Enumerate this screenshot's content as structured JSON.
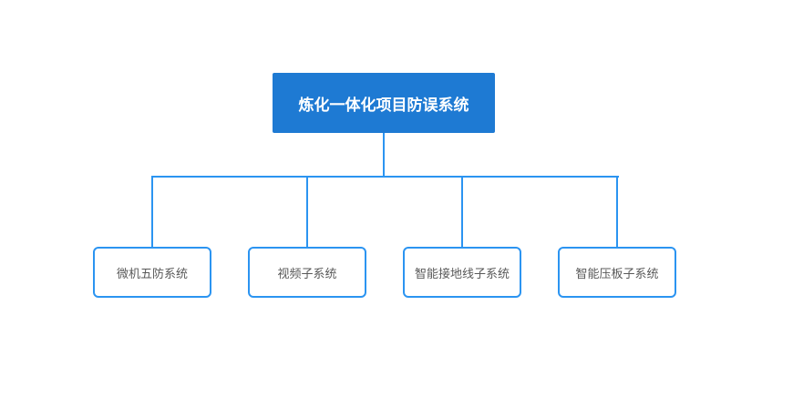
{
  "diagram": {
    "root": {
      "label": "炼化一体化项目防误系统"
    },
    "children": [
      {
        "label": "微机五防系统"
      },
      {
        "label": "视频子系统"
      },
      {
        "label": "智能接地线子系统"
      },
      {
        "label": "智能压板子系统"
      }
    ],
    "colors": {
      "root_fill": "#1e7ad3",
      "root_text": "#ffffff",
      "node_border": "#2b94f1",
      "node_fill": "#ffffff",
      "node_text": "#595959",
      "connector": "#2b94f1",
      "canvas_bg": "#ffffff"
    }
  }
}
